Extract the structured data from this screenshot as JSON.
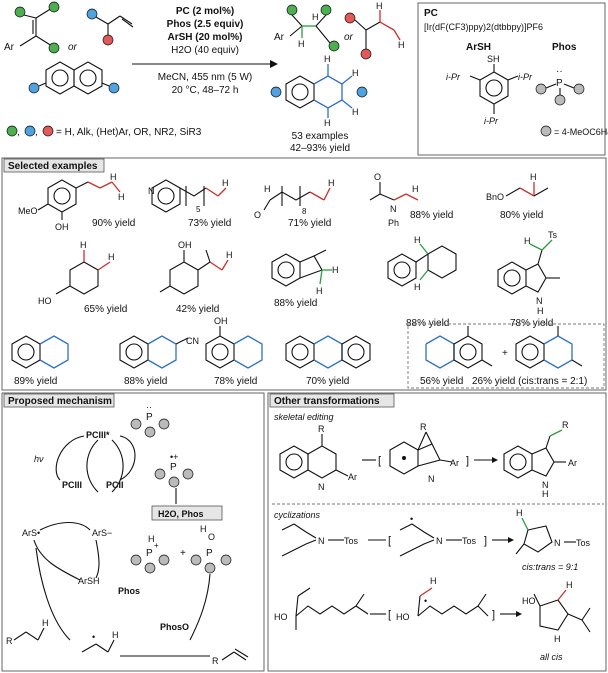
{
  "conditions": {
    "pc": "PC (2 mol%)",
    "phos": "Phos (2.5 equiv)",
    "arsh": "ArSH (20 mol%)",
    "water": "H2O (40 equiv)",
    "solvent": "MeCN, 455 nm (5 W)",
    "temp": "20 °C, 48–72 h"
  },
  "reactant_or": "or",
  "product_or": "or",
  "substituents": "= H, Alk, (Het)Ar, OR, NR2, SiR3",
  "examples": "53 examples",
  "yield_range": "42–93% yield",
  "pc_box": {
    "title": "PC",
    "formula": "[Ir(dF(CF3)ppy)2(dtbbpy)]PF6",
    "arsh": "ArSH",
    "phos": "Phos",
    "ipr": "i-Pr",
    "sh": "SH",
    "aryl": "= 4-MeOC6H4"
  },
  "sections": {
    "selected": "Selected examples",
    "mechanism": "Proposed mechanism",
    "other": "Other transformations"
  },
  "examples_row1": [
    "90% yield",
    "73% yield",
    "71% yield",
    "88% yield",
    "80% yield"
  ],
  "examples_row2": [
    "65% yield",
    "42% yield",
    "88% yield",
    "88% yield",
    "78% yield"
  ],
  "examples_row3": [
    "89% yield",
    "88% yield",
    "78% yield",
    "70% yield",
    "56% yield",
    "26% yield (cis:trans = 2:1)"
  ],
  "labels": {
    "meo": "MeO",
    "oh": "OH",
    "n": "N",
    "o": "O",
    "ph": "Ph",
    "bno": "BnO",
    "ho": "HO",
    "ts": "Ts",
    "cn": "CN",
    "nh": "N",
    "h": "H",
    "five": "5",
    "eight": "8",
    "plus": "+"
  },
  "mechanism": {
    "hv": "hν",
    "pc3star": "PCIII*",
    "pc3": "PCIII",
    "pc2": "PCII",
    "ars_rad": "ArS•",
    "ars_an": "ArS−",
    "arsh": "ArSH",
    "phos": "Phos",
    "h2o_phos": "H2O, Phos",
    "phoso": "PhosO",
    "plus": "+",
    "r": "R",
    "h": "H"
  },
  "other": {
    "skeletal": "skeletal editing",
    "cyclizations": "cyclizations",
    "r": "R",
    "ar": "Ar",
    "n": "N",
    "nh": "N",
    "tos": "Tos",
    "ho": "HO",
    "h": "H",
    "cis_trans": "cis:trans = 9:1",
    "all_cis": "all cis"
  }
}
